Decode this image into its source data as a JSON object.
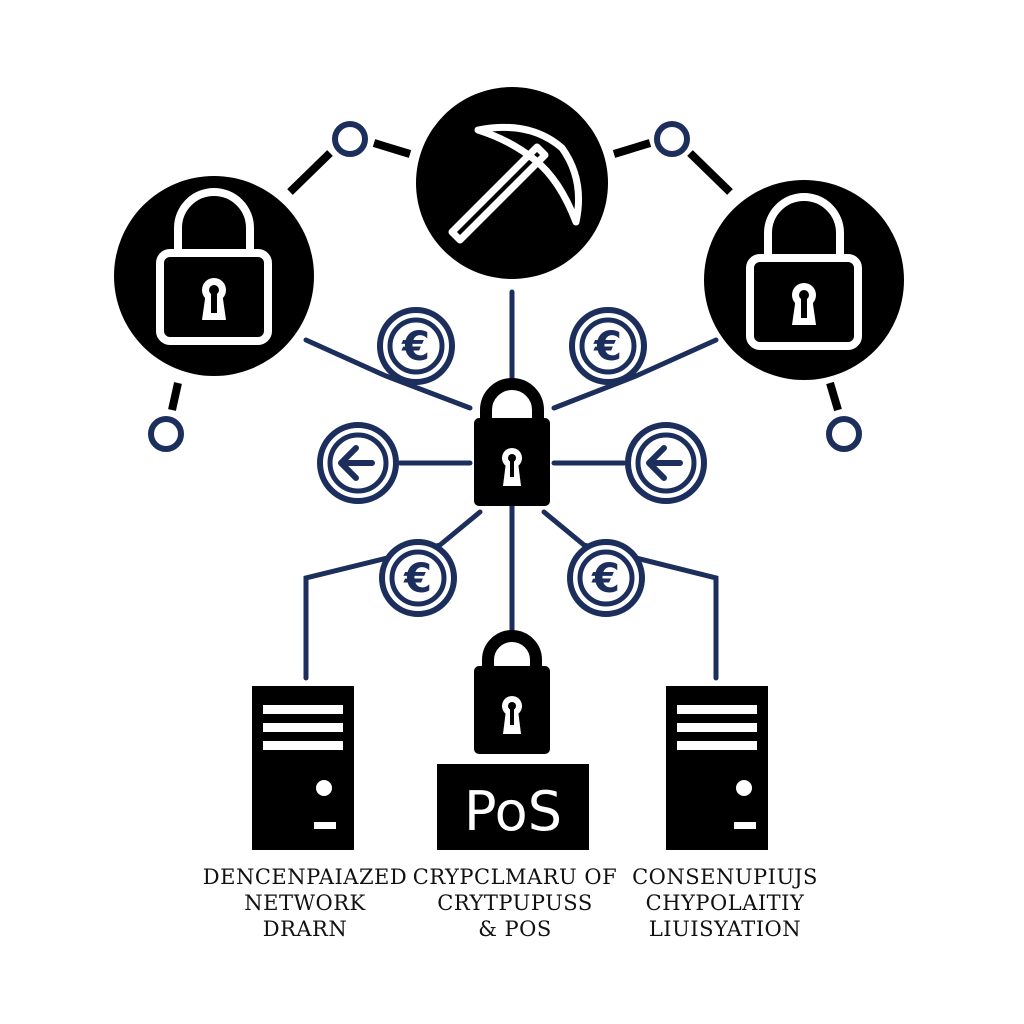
{
  "pos_box": {
    "label": "PoS"
  },
  "coins": {
    "euro_symbol": "€",
    "arrow_symbol": "←"
  },
  "captions": {
    "left": [
      "DENCENPAIAZED",
      "NETWORK",
      "DRARN"
    ],
    "middle": [
      "CRYPCLMARU OF",
      "CRYTPUPUSS",
      "& POS"
    ],
    "right": [
      "CONSENUPIUJS",
      "CHYPOLAITIY",
      "LIUISYATION"
    ]
  },
  "colors": {
    "navy": "#1c2e5c",
    "black": "#000000",
    "white": "#ffffff"
  },
  "icons": {
    "top_center": "pickaxe-icon",
    "top_left": "padlock-icon",
    "top_right": "padlock-icon",
    "hub": "padlock-icon",
    "bottom_left": "server-icon",
    "bottom_middle": "padlock-icon",
    "bottom_right": "server-icon"
  }
}
